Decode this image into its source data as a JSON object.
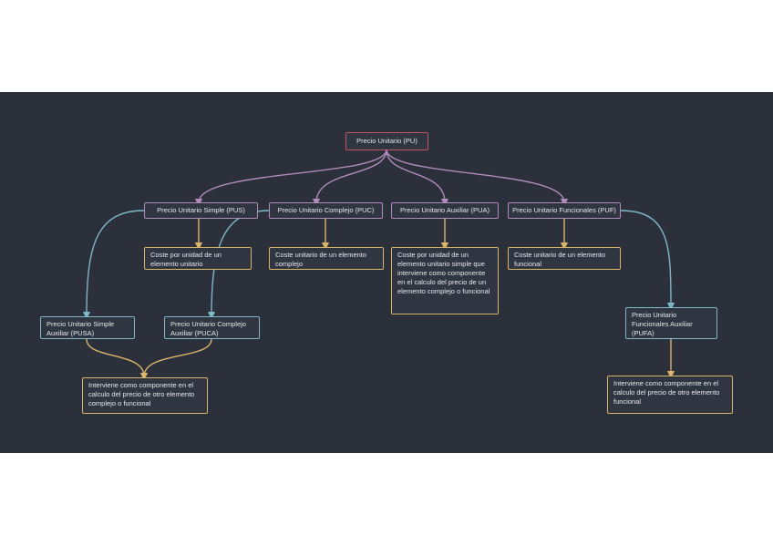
{
  "colors": {
    "background": "#2b303b",
    "root_border": "#c25563",
    "level1_border": "#b18bb9",
    "description_border": "#d9b46a",
    "auxiliary_border": "#7cb8c6"
  },
  "root": {
    "label": "Precio Unitario (PU)"
  },
  "level1": [
    {
      "label": "Precio Unitario Simple (PUS)"
    },
    {
      "label": "Precio Unitario Complejo (PUC)"
    },
    {
      "label": "Precio Unitario Auxiliar (PUA)"
    },
    {
      "label": "Precio Unitario Funcionales (PUF)"
    }
  ],
  "descriptions": {
    "pus": "Coste por unidad de un elemento unitario",
    "puc": "Coste unitario de un elemento complejo",
    "pua": "Coste por unidad de un elemento unitario simple que interviene como componente en el calculo del precio de un elemento complejo o funcional",
    "puf": "Coste unitario de un elemento funcional"
  },
  "auxiliaries": {
    "pusa": "Precio Unitario Simple Auxiliar (PUSA)",
    "puca": "Precio Unitario Complejo Auxiliar (PUCA)",
    "pufa": "Precio Unitario Funcionales Auxiliar (PUFA)"
  },
  "notes": {
    "left": "Interviene como componente en el calculo del precio de otro elemento complejo o funcional",
    "right": "Interviene como componente en el calculo del precio de otro elemento funcional"
  }
}
